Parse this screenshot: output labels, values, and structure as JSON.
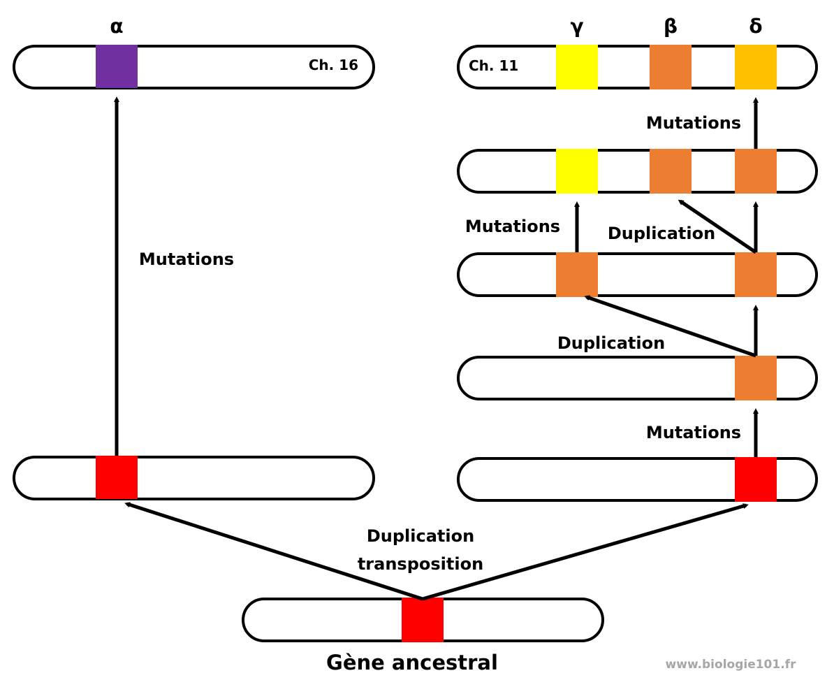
{
  "colors": {
    "alpha": "#7030a0",
    "ancestral": "#ff0000",
    "beta": "#ed7d31",
    "gamma": "#ffff00",
    "delta": "#ffc000",
    "outline": "#000000",
    "watermark": "#a6a6a6"
  },
  "genes": {
    "alpha": "α",
    "gamma": "γ",
    "beta": "β",
    "delta": "δ"
  },
  "chromosomes": {
    "ch16": "Ch. 16",
    "ch11": "Ch. 11"
  },
  "labels": {
    "mutations_left": "Mutations",
    "mutations_top_right": "Mutations",
    "mutations_mid_right": "Mutations",
    "mutations_bottom_right": "Mutations",
    "duplication_upper": "Duplication",
    "duplication_lower": "Duplication",
    "duplication_transposition_line1": "Duplication",
    "duplication_transposition_line2": "transposition",
    "ancestral_gene": "Gène ancestral"
  },
  "watermark": "www.biologie101.fr"
}
